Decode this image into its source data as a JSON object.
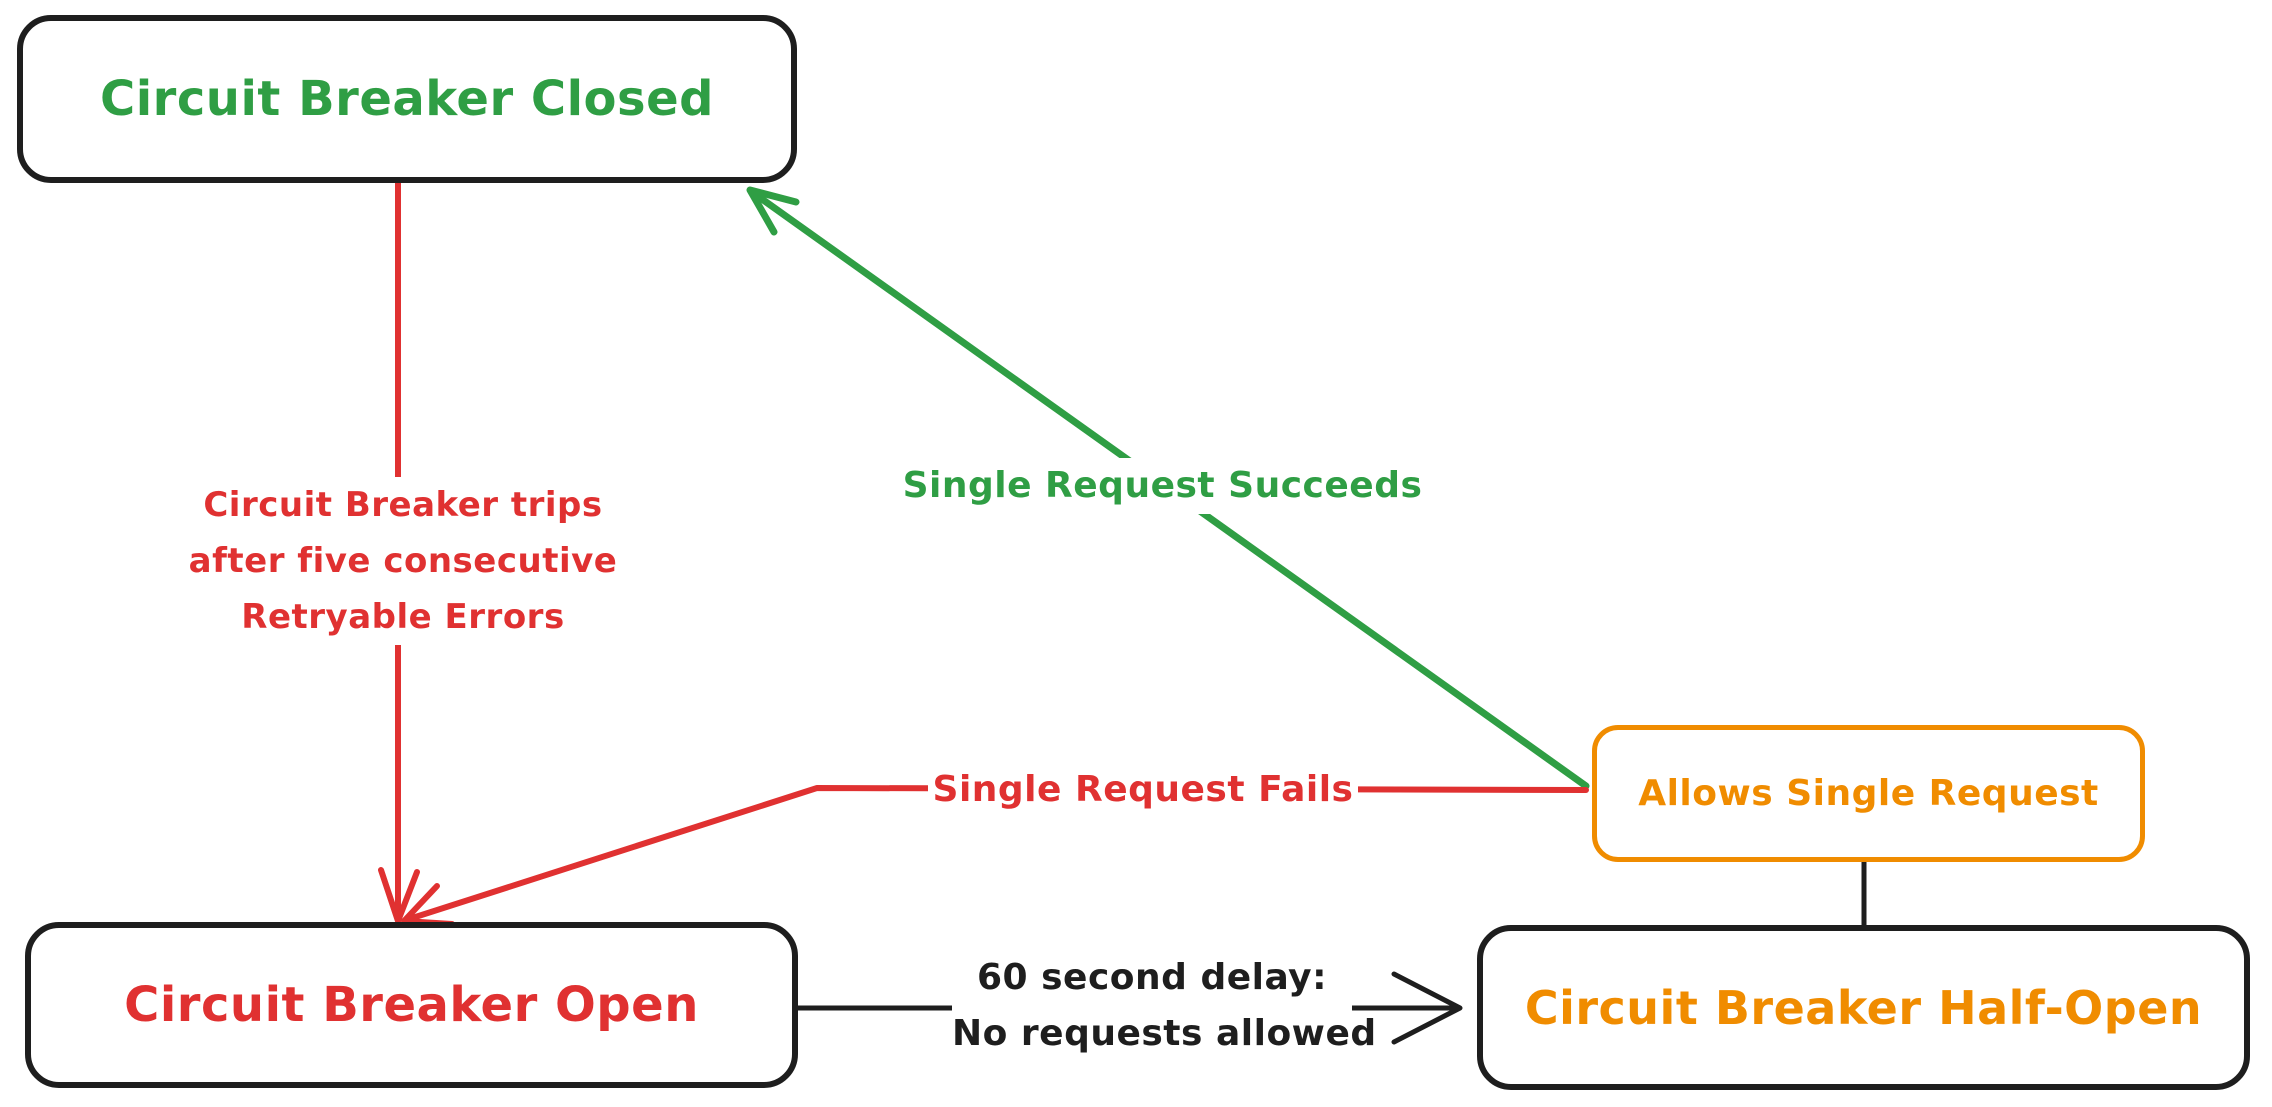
{
  "diagram": {
    "nodes": {
      "closed": {
        "label": "Circuit Breaker Closed",
        "text_color": "#2f9e44",
        "border_color": "#1e1e1e"
      },
      "open": {
        "label": "Circuit Breaker Open",
        "text_color": "#e03131",
        "border_color": "#1e1e1e"
      },
      "halfopen": {
        "label": "Circuit Breaker Half-Open",
        "text_color": "#f08c00",
        "border_color": "#1e1e1e"
      },
      "allows": {
        "label": "Allows Single Request",
        "text_color": "#f08c00",
        "border_color": "#f08c00"
      }
    },
    "edges": {
      "trips": {
        "line1": "Circuit Breaker trips",
        "line2": "after five consecutive",
        "line3": "Retryable Errors",
        "color": "#e03131",
        "from": "closed",
        "to": "open"
      },
      "succeeds": {
        "label": "Single Request Succeeds",
        "color": "#2f9e44",
        "from": "allows",
        "to": "closed"
      },
      "fails": {
        "label": "Single Request Fails",
        "color": "#e03131",
        "from": "allows",
        "to": "open"
      },
      "delay": {
        "line1": "60 second delay:",
        "line2": "No requests allowed",
        "color": "#1e1e1e",
        "from": "open",
        "to": "halfopen"
      },
      "allows_connector": {
        "color": "#1e1e1e",
        "from": "allows",
        "to": "halfopen"
      }
    },
    "colors": {
      "green": "#2f9e44",
      "red": "#e03131",
      "orange": "#f08c00",
      "black": "#1e1e1e",
      "background": "#ffffff"
    }
  }
}
